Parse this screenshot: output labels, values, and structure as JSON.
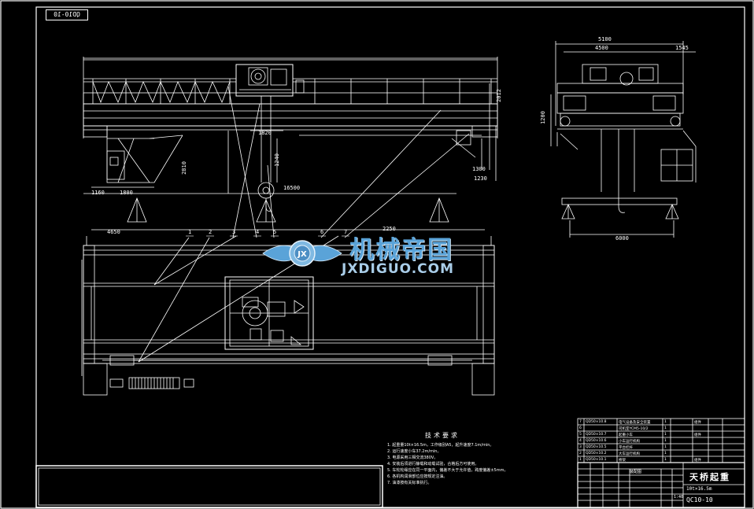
{
  "drawing_tag": "QD10-10",
  "watermark": {
    "cn": "机械帝国",
    "en": "JXDIGUO.COM"
  },
  "front_view": {
    "dim_top": "2012",
    "dim_span": "16500",
    "dim_left_small": "1160",
    "dim_left": "1800",
    "dim_bottom_left": "4650",
    "dim_bottom_right": "2250",
    "dim_height": "2810",
    "dim_hook": "1240",
    "dim_right_a": "1300",
    "dim_right_b": "1230",
    "dim_trolley": "1820",
    "balloons": [
      "1",
      "2",
      "3",
      "4",
      "5",
      "6",
      "7"
    ]
  },
  "side_view": {
    "dim_top_total": "5100",
    "dim_top_inner": "4500",
    "dim_top_right": "1545",
    "dim_left": "1200",
    "dim_bottom": "6000"
  },
  "tech_requirements": {
    "title": "技术要求",
    "lines": [
      "1. 起重量10t×16.5m，工作级别A5，起升速度7.1m/min。",
      "2. 运行速度小车37.2m/min。",
      "3. 电源采用三相交流380V。",
      "4. 安装后须进行静载和动载试验，合格后方可使用。",
      "5. 车轮轮缘应在同一平面内，偏差不大于允许值，跨度偏差±5mm。",
      "6. 各机构润滑部位应按规定注油。",
      "7. 油漆按有关标准执行。"
    ]
  },
  "bom": [
    [
      "7",
      "QD50×10.8",
      "电气设备及安全装置",
      "1",
      "",
      "组件",
      "",
      ""
    ],
    [
      "6",
      "",
      "司机室YCM5-10/2",
      "1",
      "",
      "",
      "",
      ""
    ],
    [
      "5",
      "QD50×10.7",
      "起重小车",
      "1",
      "",
      "组件",
      "",
      ""
    ],
    [
      "4",
      "QD50×10.6",
      "小车运行机构",
      "1",
      "",
      "",
      "",
      ""
    ],
    [
      "3",
      "QD50×10.5",
      "平台栏杆",
      "1",
      "",
      "",
      "",
      ""
    ],
    [
      "2",
      "QD50×10.2",
      "大车运行机构",
      "1",
      "",
      "",
      "",
      ""
    ],
    [
      "1",
      "QD50×10.1",
      "桥架",
      "1",
      "",
      "组件",
      "",
      ""
    ]
  ],
  "title_block": {
    "title": "天桥起重",
    "subtitle": "10t×16.5m",
    "code": "QC10-10",
    "scale_label": "装配图",
    "ratio": "1:40"
  }
}
